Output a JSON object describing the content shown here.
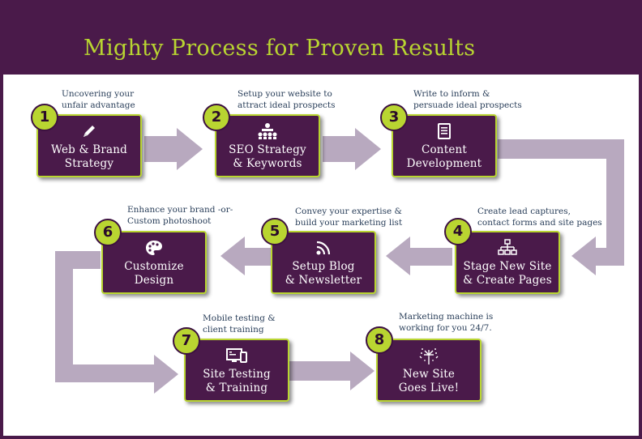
{
  "title": "Mighty Process for Proven Results",
  "steps": [
    {
      "number": "1",
      "label": [
        "Web & Brand",
        "Strategy"
      ],
      "caption": [
        "Uncovering your",
        "unfair advantage"
      ],
      "icon": "pencil-icon"
    },
    {
      "number": "2",
      "label": [
        "SEO Strategy",
        "& Keywords"
      ],
      "caption": [
        "Setup your website to",
        "attract ideal prospects"
      ],
      "icon": "people-network-icon"
    },
    {
      "number": "3",
      "label": [
        "Content",
        "Development"
      ],
      "caption": [
        "Write to inform &",
        "persuade ideal prospects"
      ],
      "icon": "document-icon"
    },
    {
      "number": "4",
      "label": [
        "Stage New Site",
        "& Create Pages"
      ],
      "caption": [
        "Create lead captures,",
        "contact forms and site pages"
      ],
      "icon": "sitemap-icon"
    },
    {
      "number": "5",
      "label": [
        "Setup Blog",
        "& Newsletter"
      ],
      "caption": [
        "Convey your expertise &",
        "build your marketing list"
      ],
      "icon": "rss-icon"
    },
    {
      "number": "6",
      "label": [
        "Customize",
        "Design"
      ],
      "caption": [
        "Enhance your brand -or-",
        "Custom photoshoot"
      ],
      "icon": "palette-icon"
    },
    {
      "number": "7",
      "label": [
        "Site Testing",
        "& Training"
      ],
      "caption": [
        "Mobile testing &",
        "client training"
      ],
      "icon": "devices-icon"
    },
    {
      "number": "8",
      "label": [
        "New Site",
        "Goes Live!"
      ],
      "caption": [
        "Marketing machine is",
        "working for you 24/7."
      ],
      "icon": "fireworks-icon"
    }
  ],
  "colors": {
    "header": "#4a1a4a",
    "box": "#4a1a4a",
    "accent": "#b9d531",
    "arrow": "#b8a9bf",
    "caption": "#2a3f5a"
  }
}
